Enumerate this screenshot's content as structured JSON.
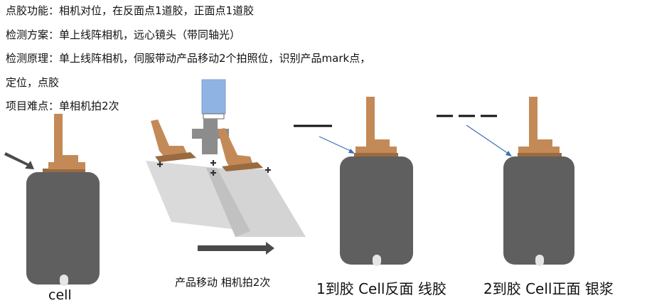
{
  "text": {
    "line1": "点胶功能：相机对位，在反面点1道胶，正面点1道胶",
    "line2": "检测方案：单上线阵相机，远心镜头（带同轴光）",
    "line3": "检测原理：单上线阵相机，伺服带动产品移动2个拍照位，识别产品mark点，",
    "line4": "定位，点胶",
    "line5": "项目难点：单相机拍2次"
  },
  "labels": {
    "cell": "cell",
    "move": "产品移动 相机拍2次",
    "glue1": "1到胶 Cell反面 线胶",
    "glue2": "2到胶 Cell正面 银浆"
  },
  "colors": {
    "cell_body": "#5f5f5f",
    "tab": "#c38a58",
    "tab_dark": "#9a6a40",
    "camera_blue": "#8fb4e3",
    "camera_gray": "#8c8c8c",
    "sheet_gray": "#cfcfcf",
    "arrow_gray": "#4a4a4a",
    "leader_blue": "#3a6fb5",
    "line_black": "#111111"
  }
}
